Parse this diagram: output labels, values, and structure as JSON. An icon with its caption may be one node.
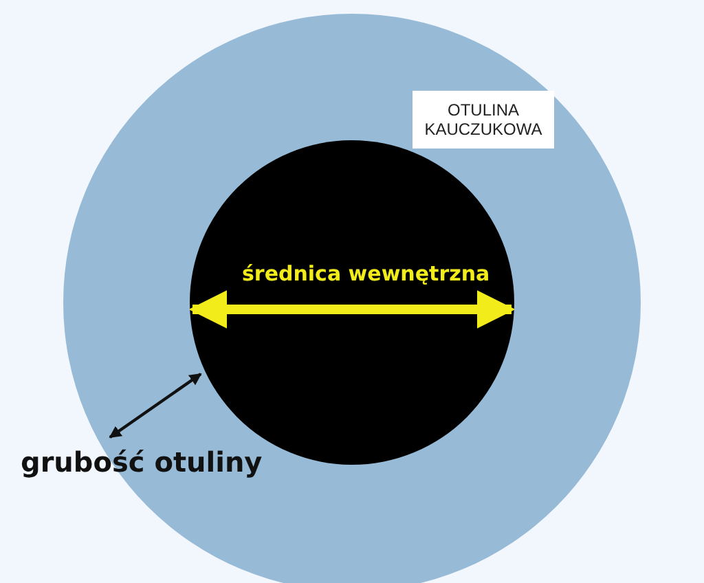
{
  "diagram": {
    "nodes": [
      {
        "text": [],
        "shape": "circle"
      },
      {
        "text": [
          "OTULINA KAUCZUKOWA"
        ],
        "in": 0
      },
      {
        "text": [
          "średnica wewnętrzna"
        ],
        "in": 0
      }
    ],
    "labels": [
      "grubość otuliny"
    ]
  }
}
